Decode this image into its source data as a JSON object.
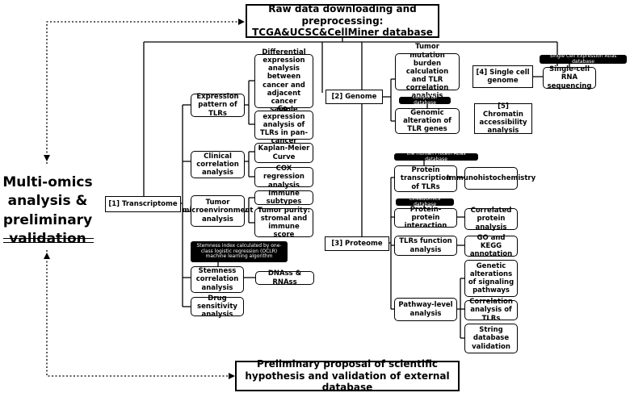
{
  "title": "Multi-omics analysis & preliminary validation",
  "top_box": "Raw data downloading and preprocessing: TCGA&UCSC&CellMiner database",
  "bottom_box": "Preliminary proposal of scientific hypothesis and validation of external database",
  "transcriptome": {
    "label": "[1] Transcriptome",
    "expression": "Expression pattern of TLRs",
    "diff_expr": "Differential expression analysis between cancer and adjacent cancer sample",
    "coexpr": "Co-expression analysis of TLRs in pan-cancer",
    "clinical": "Clinical correlation analysis",
    "km": "Kaplan-Meier Curve",
    "cox": "COX regression analysis",
    "tme": "Tumor microenvironment analysis",
    "immune_subtypes": "Immune subtypes",
    "purity": "Tumor purity: stromal and immune score",
    "stemness_tag": "Stemness index calculated by one-class logistic regression (OCLR) machine learning algorithm",
    "stemness": "Stemness correlation analysis",
    "dnass": "DNAss & RNAss",
    "drug": "Drug sensitivity analysis"
  },
  "genome": {
    "label": "[2] Genome",
    "tmb": "Tumor mutation burden calculation and TLR correlation analysis",
    "cbioportal_tag": "cBioportal database",
    "alteration": "Genomic alteration of TLR genes"
  },
  "single_cell": {
    "label": "[4] Single cell genome",
    "tag": "Single Cell Expression Atlas database",
    "rna_seq": "Single-cell RNA sequencing"
  },
  "chromatin": "[5] Chromatin accessibility analysis",
  "proteome": {
    "label": "[3] Proteome",
    "hpa_tag": "the Human Protein Atlas database",
    "protein_tx": "Protein transcription of TLRs",
    "ihc": "Immunohistochemistry",
    "linkedomics_tag": "LinkedOmics database",
    "ppi": "Protein-protein interaction",
    "correlated": "Correlated protein analysis",
    "function": "TLRs function analysis",
    "go_kegg": "GO and KEGG annotation",
    "pathway": "Pathway-level analysis",
    "genetic_alt": "Genetic alterations of signaling pathways",
    "corr_tlrs": "Correlation analysis of TLRs",
    "string": "String database validation"
  }
}
